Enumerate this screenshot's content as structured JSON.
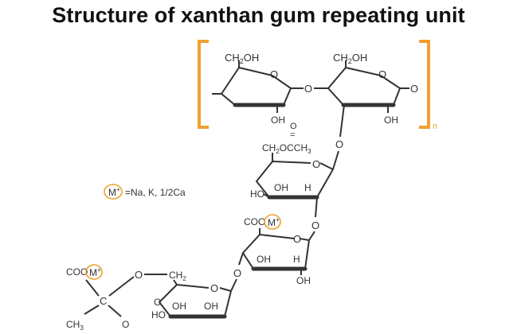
{
  "title": "Structure of xanthan gum repeating unit",
  "colors": {
    "accent": "#F0A030",
    "ink": "#333333"
  },
  "repeat_subscript": "n",
  "legend": {
    "ion": "M",
    "charge": "+",
    "text": "=Na, K, 1/2Ca"
  },
  "labels": {
    "ch2oh": "CH",
    "oh_suffix": "OH",
    "sub2": "2",
    "sub3": "3",
    "ring_o": "O",
    "link_o": "O",
    "oh": "OH",
    "h": "H",
    "ho": "HO",
    "ch2occh3_a": "CH",
    "ch2occh3_b": "OCCH",
    "dbl": "=",
    "coo": "COO",
    "ch2": "CH",
    "c": "C",
    "ch3": "CH"
  }
}
